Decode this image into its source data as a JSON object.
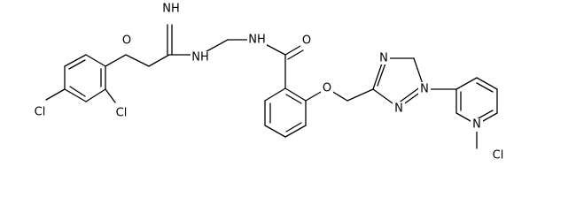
{
  "molecule": {
    "atoms": {
      "cl_left": "Cl",
      "cl_mid": "Cl",
      "o_ether_left": "O",
      "nh_imine": "NH",
      "nh_hydrazine_a": "NH",
      "nh_hydrazine_b": "NH",
      "o_carbonyl": "O",
      "o_ether_right": "O",
      "n_triazole_top": "N",
      "n_triazole_ring": "N",
      "n_triazole_bottom": "N",
      "n_pyridine": "N",
      "cl_right": "Cl"
    },
    "colors": {
      "ink": "#000000",
      "background": "#ffffff"
    }
  }
}
